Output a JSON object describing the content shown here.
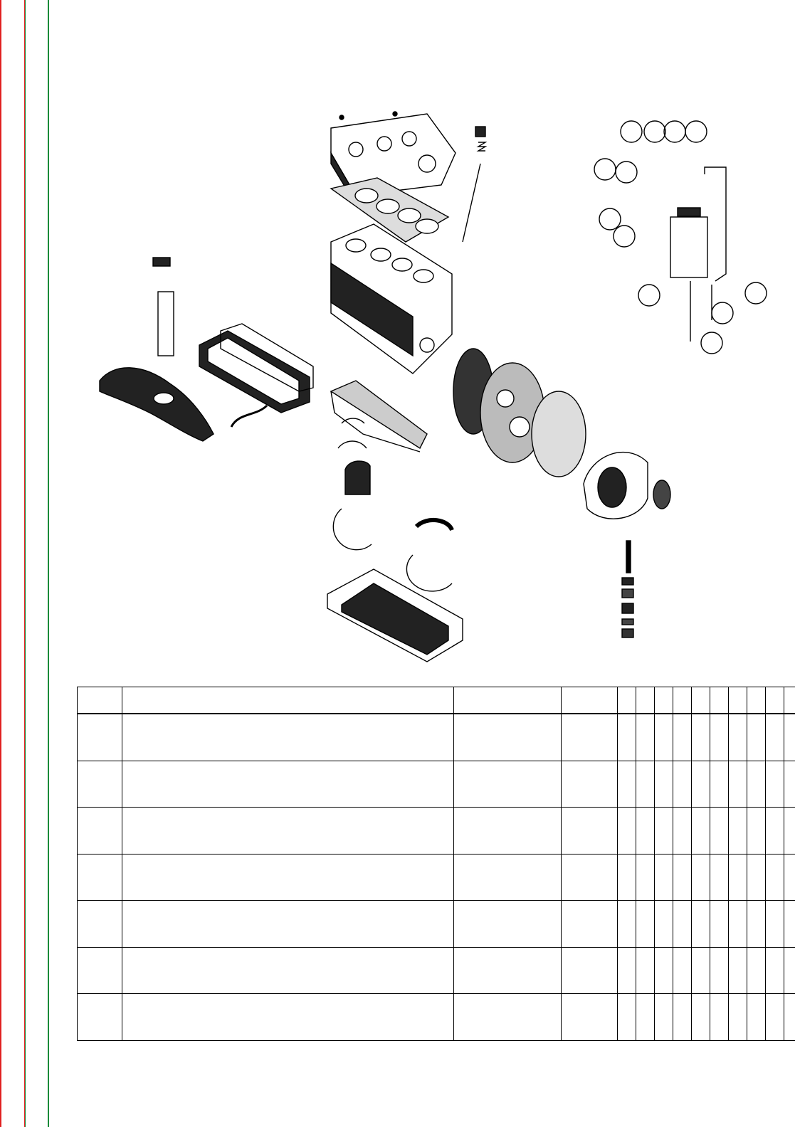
{
  "colors": {
    "left_bar_red": "#e02020",
    "left_bar_green": "#1a8a3a",
    "ink": "#000000"
  },
  "illustration": {
    "subject": "exploded-engine-block",
    "inset": "oil-filter-assembly"
  },
  "table": {
    "columns": [
      "",
      "",
      "",
      "",
      "",
      "",
      "",
      "",
      "",
      "",
      "",
      "",
      "",
      ""
    ],
    "row_count": 7
  }
}
